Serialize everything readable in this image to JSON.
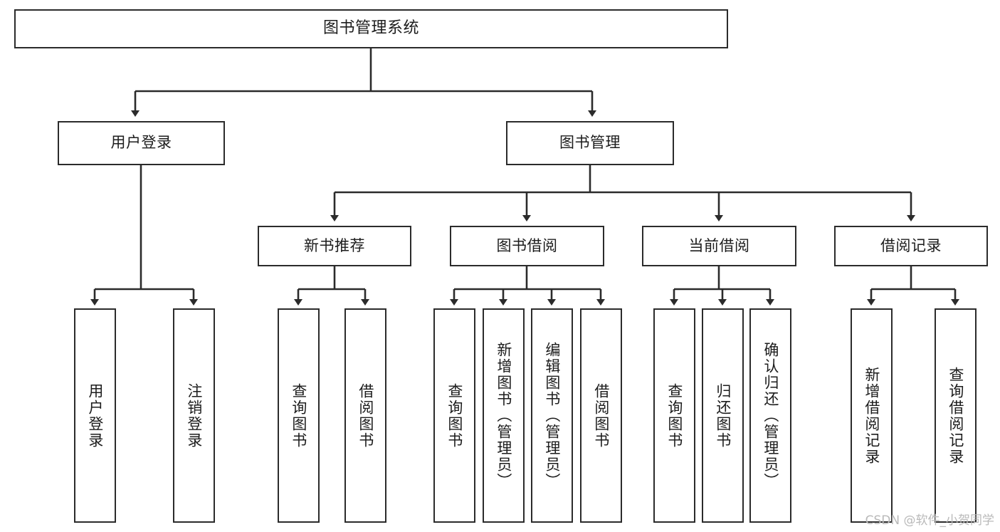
{
  "diagram": {
    "title": "图书管理系统",
    "type": "tree-hierarchy-chart",
    "root": {
      "label": "图书管理系统"
    },
    "level2": [
      {
        "label": "用户登录"
      },
      {
        "label": "图书管理"
      }
    ],
    "level3": [
      {
        "label": "新书推荐"
      },
      {
        "label": "图书借阅"
      },
      {
        "label": "当前借阅"
      },
      {
        "label": "借阅记录"
      }
    ],
    "leaves": {
      "user_login": [
        {
          "label": "用户登录"
        },
        {
          "label": "注销登录"
        }
      ],
      "new_book_recommend": [
        {
          "label": "查询图书"
        },
        {
          "label": "借阅图书"
        }
      ],
      "book_borrow": [
        {
          "label": "查询图书"
        },
        {
          "label": "新增图书（管理员）"
        },
        {
          "label": "编辑图书（管理员）"
        },
        {
          "label": "借阅图书"
        }
      ],
      "current_borrow": [
        {
          "label": "查询图书"
        },
        {
          "label": "归还图书"
        },
        {
          "label": "确认归还（管理员）"
        }
      ],
      "borrow_records": [
        {
          "label": "新增借阅记录"
        },
        {
          "label": "查询借阅记录"
        }
      ]
    }
  },
  "watermark": {
    "text": "CSDN @软件_小贺同学"
  },
  "colors": {
    "stroke": "#2b2b2b",
    "background": "#ffffff",
    "text": "#1c1c1c",
    "watermark": "#b9b9b9"
  }
}
